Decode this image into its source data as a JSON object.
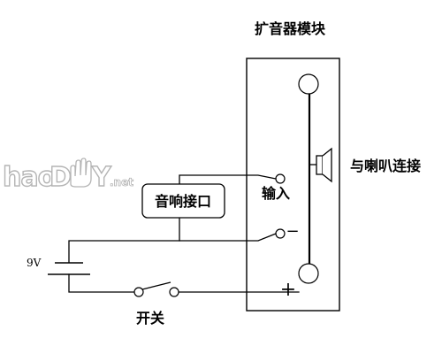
{
  "module_title": "扩音器模块",
  "speaker_label": "与喇叭连接",
  "audio_interface_label": "音响接口",
  "input_label": "输入",
  "battery_label": "9V",
  "switch_label": "开关",
  "plus_sign": "+",
  "minus_sign": "−",
  "watermark_logo_text": "haoDIY.net"
}
